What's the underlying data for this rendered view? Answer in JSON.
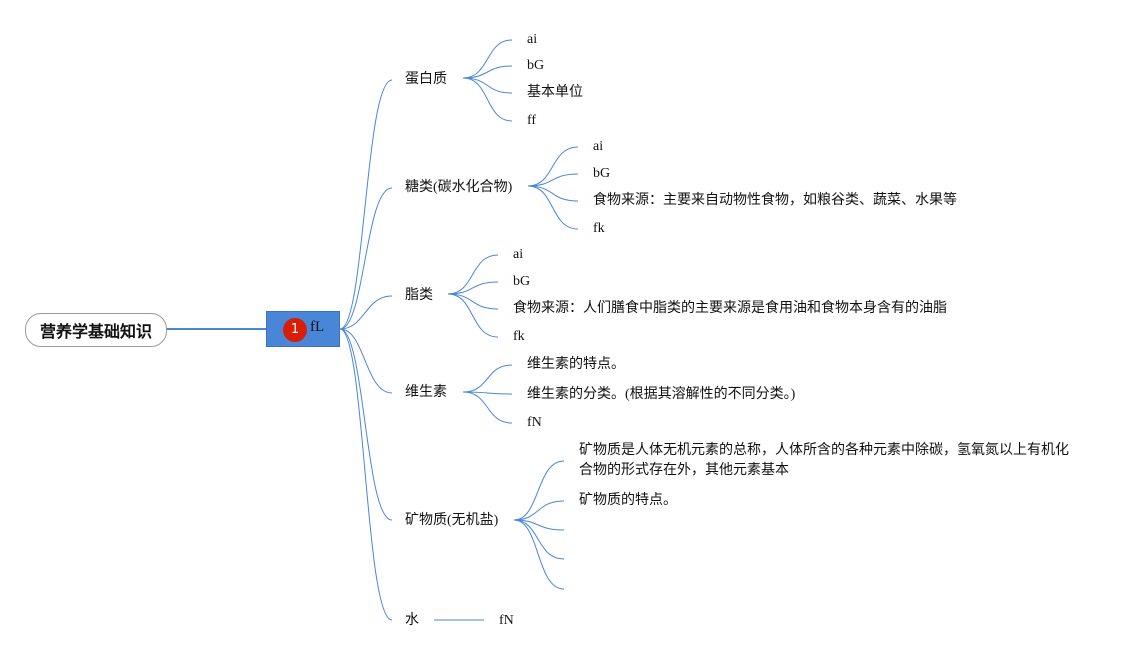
{
  "root": {
    "label": "营养学基础知识"
  },
  "center": {
    "badge": "1",
    "label": "fL"
  },
  "branches": [
    {
      "label": "蛋白质",
      "children": [
        "ai",
        "bG",
        "基本单位",
        "ff"
      ]
    },
    {
      "label": "糖类(碳水化合物)",
      "children": [
        "ai",
        "bG",
        "食物来源：主要来自动物性食物，如粮谷类、蔬菜、水果等",
        "fk"
      ]
    },
    {
      "label": "脂类",
      "children": [
        "ai",
        "bG",
        "食物来源：人们膳食中脂类的主要来源是食用油和食物本身含有的油脂",
        "fk"
      ]
    },
    {
      "label": "维生素",
      "children": [
        "维生素的特点。",
        "维生素的分类。(根据其溶解性的不同分类。)",
        "fN"
      ]
    },
    {
      "label": "矿物质(无机盐)",
      "children": [
        "矿物质是人体无机元素的总称，人体所含的各种元素中除碳，氢氧氮以上有机化合物的形式存在外，其他元素基本",
        "矿物质的特点。",
        "",
        "",
        ""
      ]
    },
    {
      "label": "水",
      "children": [
        "fN"
      ]
    }
  ],
  "colors": {
    "line": "#4a86d8",
    "center_fill": "#4a86d8",
    "badge": "#d81e06"
  }
}
